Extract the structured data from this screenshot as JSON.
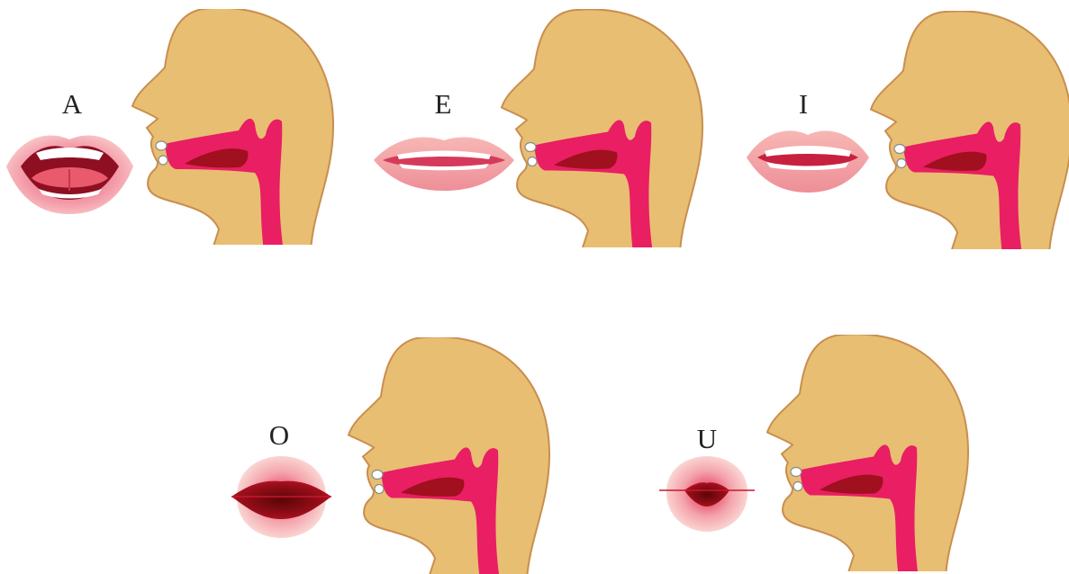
{
  "vowels": [
    {
      "letter": "A",
      "mouth_shape": "wide-open"
    },
    {
      "letter": "E",
      "mouth_shape": "spread"
    },
    {
      "letter": "I",
      "mouth_shape": "spread-narrow"
    },
    {
      "letter": "O",
      "mouth_shape": "rounded"
    },
    {
      "letter": "U",
      "mouth_shape": "pursed"
    }
  ],
  "colors": {
    "skin": "#E8BE73",
    "skin_outline": "#C98E4E",
    "tract": "#E91E63",
    "tract_dark": "#A0101E",
    "lip": "#F2A0A8",
    "lip_inner": "#D63A5A",
    "teeth": "#FFFFFF"
  }
}
